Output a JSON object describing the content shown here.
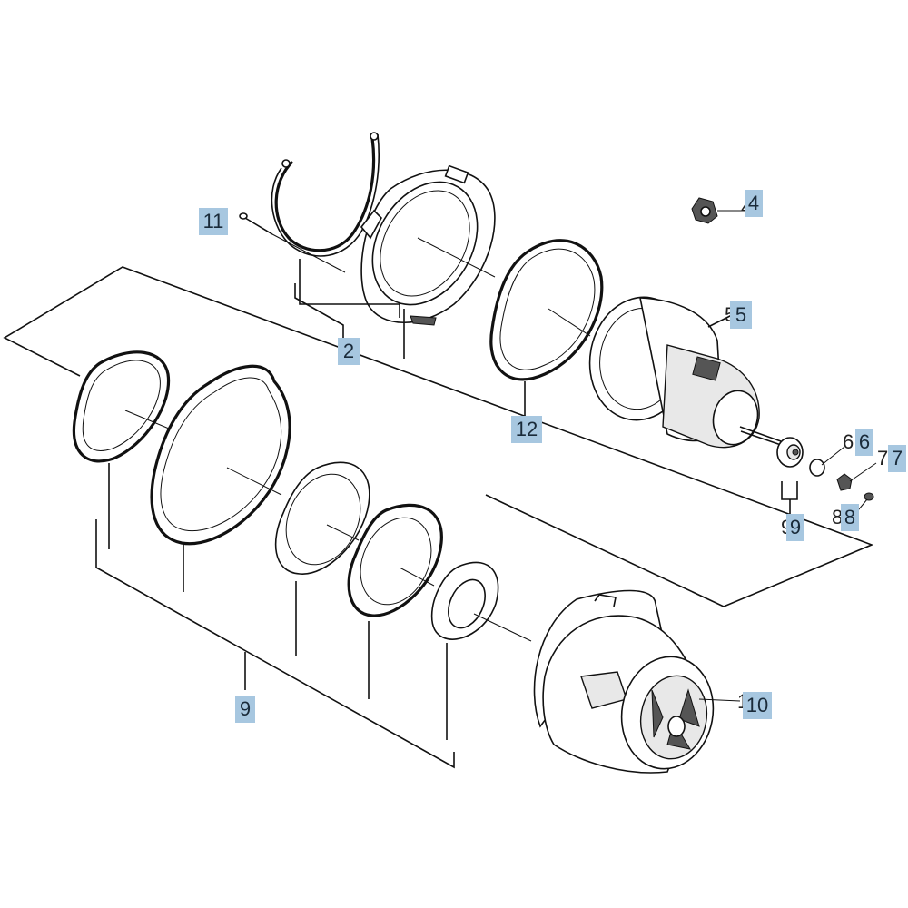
{
  "diagram": {
    "background": "#ffffff",
    "badge_color": "#a7c7e0",
    "callouts": [
      {
        "id": "11",
        "label": "11"
      },
      {
        "id": "2",
        "label": "2"
      },
      {
        "id": "4",
        "label": "4"
      },
      {
        "id": "5",
        "label": "5"
      },
      {
        "id": "12",
        "label": "12"
      },
      {
        "id": "6",
        "label": "6"
      },
      {
        "id": "7",
        "label": "7"
      },
      {
        "id": "8",
        "label": "8"
      },
      {
        "id": "9a",
        "label": "9"
      },
      {
        "id": "9b",
        "label": "9"
      },
      {
        "id": "10",
        "label": "10"
      }
    ]
  }
}
